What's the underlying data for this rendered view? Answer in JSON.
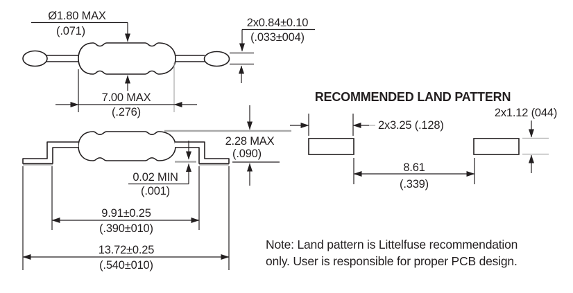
{
  "drawing": {
    "top_view": {
      "body_diameter": {
        "mm": "Ø1.80 MAX",
        "inch": "(.071)"
      },
      "lead_diameter": {
        "mm": "2x0.84±0.10",
        "inch": "(.033±004)"
      },
      "body_length": {
        "mm": "7.00 MAX",
        "inch": "(.276)"
      }
    },
    "formed_view": {
      "seated_height": {
        "mm": "2.28 MAX",
        "inch": "(.090)"
      },
      "standoff": {
        "mm": "0.02 MIN",
        "inch": "(.001)"
      },
      "bend_span": {
        "mm": "9.91±0.25",
        "inch": "(.390±010)"
      },
      "overall_length": {
        "mm": "13.72±0.25",
        "inch": "(.540±010)"
      }
    },
    "land_pattern": {
      "title": "RECOMMENDED LAND PATTERN",
      "pad_width": "2x3.25 (.128)",
      "pad_height": "2x1.12 (044)",
      "pad_gap": {
        "mm": "8.61",
        "inch": "(.339)"
      }
    },
    "note_line1": "Note: Land pattern is Littelfuse recommendation",
    "note_line2": "only.  User is responsible for proper PCB design.",
    "colors": {
      "ink": "#231f20",
      "gray": "#a9a9a9",
      "background": "#ffffff"
    }
  }
}
